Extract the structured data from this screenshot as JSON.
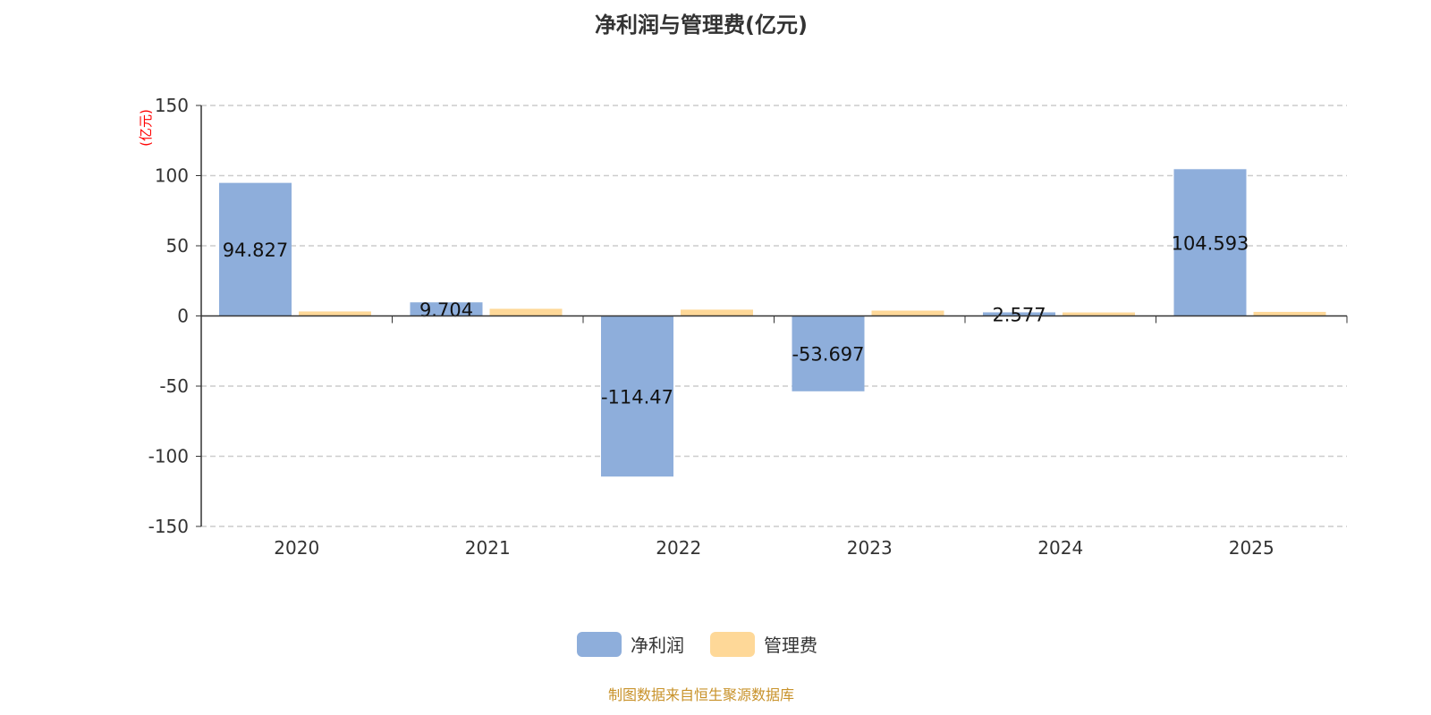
{
  "chart_data": {
    "type": "bar",
    "title": "净利润与管理费(亿元)",
    "ylabel": "(亿元)",
    "xlabel": "",
    "categories": [
      "2020",
      "2021",
      "2022",
      "2023",
      "2024",
      "2025"
    ],
    "series": [
      {
        "name": "净利润",
        "color": "#8eaedb",
        "values": [
          94.827,
          9.704,
          -114.47,
          -53.697,
          2.577,
          104.593
        ],
        "labels": [
          "94.827",
          "9.704",
          "-114.47",
          "-53.697",
          "2.577",
          "104.593"
        ]
      },
      {
        "name": "管理费",
        "color": "#fed898",
        "values": [
          3.2,
          5.1,
          4.5,
          3.8,
          2.5,
          2.9
        ]
      }
    ],
    "ylim": [
      -150,
      150
    ],
    "yticks": [
      150,
      100,
      50,
      0,
      -50,
      -100,
      -150
    ],
    "grid": true,
    "legend": "bottom-center"
  },
  "source": "制图数据来自恒生聚源数据库"
}
